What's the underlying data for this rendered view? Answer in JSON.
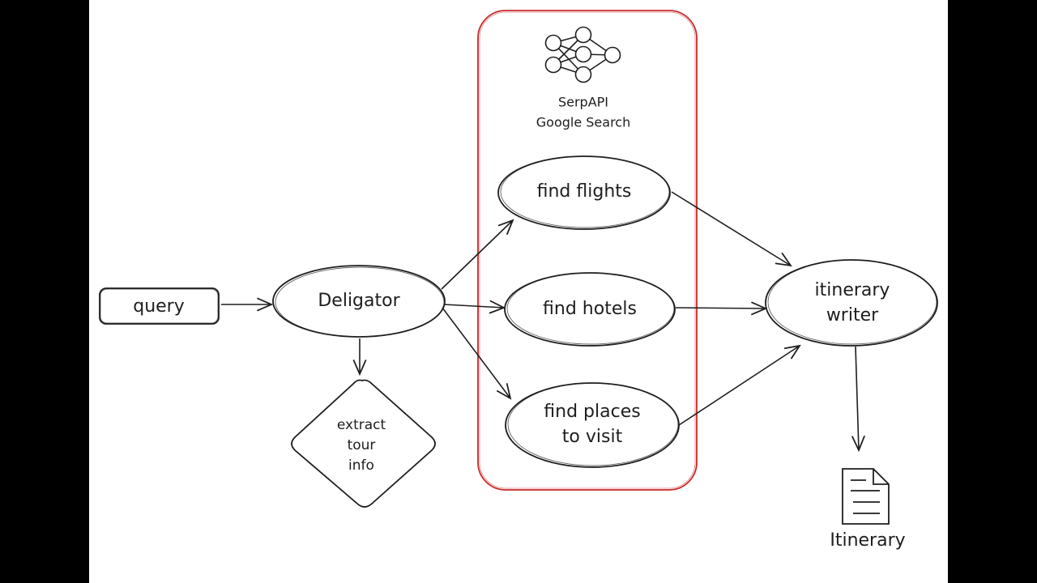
{
  "diagram": {
    "group": {
      "title_line1": "SerpAPI",
      "title_line2": "Google Search",
      "icon": "neural-network-icon",
      "border_color": "#c92a2a"
    },
    "nodes": {
      "query": "query",
      "delegator": "Deligator",
      "extract_line1": "extract",
      "extract_line2": "tour",
      "extract_line3": "info",
      "flights": "find flights",
      "hotels": "find hotels",
      "places_line1": "find places",
      "places_line2": "to visit",
      "writer_line1": "itinerary",
      "writer_line2": "writer",
      "output": "Itinerary"
    },
    "output_icon": "document-icon",
    "edges": [
      {
        "from": "query",
        "to": "Deligator"
      },
      {
        "from": "Deligator",
        "to": "extract tour info"
      },
      {
        "from": "Deligator",
        "to": "find flights"
      },
      {
        "from": "Deligator",
        "to": "find hotels"
      },
      {
        "from": "Deligator",
        "to": "find places to visit"
      },
      {
        "from": "find flights",
        "to": "itinerary writer"
      },
      {
        "from": "find hotels",
        "to": "itinerary writer"
      },
      {
        "from": "find places to visit",
        "to": "itinerary writer"
      },
      {
        "from": "itinerary writer",
        "to": "Itinerary"
      }
    ]
  }
}
